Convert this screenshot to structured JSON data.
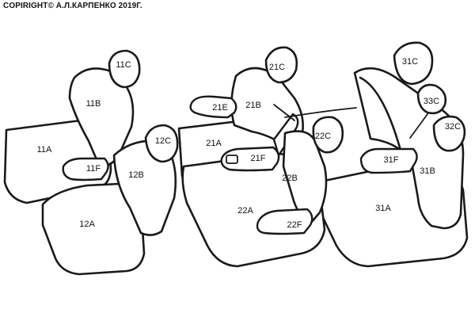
{
  "copyright": "COPIRIGHT© А.Л.КАРПЕНКО 2019Г.",
  "labels": {
    "h11c": "11C",
    "b11b": "11B",
    "s11a": "11A",
    "a11f": "11F",
    "h12c": "12C",
    "b12b": "12B",
    "s12a": "12A",
    "h21c": "21C",
    "a21e": "21E",
    "b21b": "21B",
    "s21a": "21A",
    "a21f": "21F",
    "h22c": "22C",
    "b22b": "22B",
    "s22a": "22A",
    "a22f": "22F",
    "h31c": "31C",
    "h33c": "33C",
    "h32c": "32C",
    "a31f": "31F",
    "b31b": "31B",
    "s31a": "31A"
  }
}
